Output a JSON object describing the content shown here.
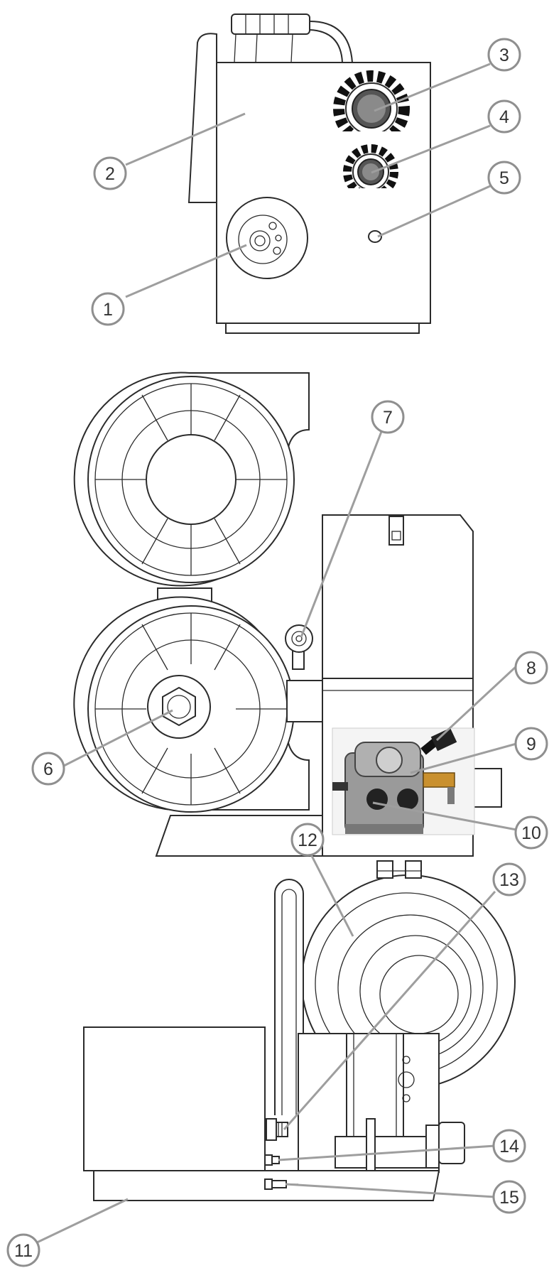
{
  "colors": {
    "outline": "#2b2b2b",
    "callout_ring": "#8f8f8f",
    "callout_text": "#333333",
    "mechanism_metal": "#9a9a9a",
    "brass_fitting": "#c9902e"
  },
  "callouts": [
    {
      "id": "1",
      "label": "1"
    },
    {
      "id": "2",
      "label": "2"
    },
    {
      "id": "3",
      "label": "3"
    },
    {
      "id": "4",
      "label": "4"
    },
    {
      "id": "5",
      "label": "5"
    },
    {
      "id": "6",
      "label": "6"
    },
    {
      "id": "7",
      "label": "7"
    },
    {
      "id": "8",
      "label": "8"
    },
    {
      "id": "9",
      "label": "9"
    },
    {
      "id": "10",
      "label": "10"
    },
    {
      "id": "11",
      "label": "11"
    },
    {
      "id": "12",
      "label": "12"
    },
    {
      "id": "13",
      "label": "13"
    },
    {
      "id": "14",
      "label": "14"
    },
    {
      "id": "15",
      "label": "15"
    }
  ]
}
